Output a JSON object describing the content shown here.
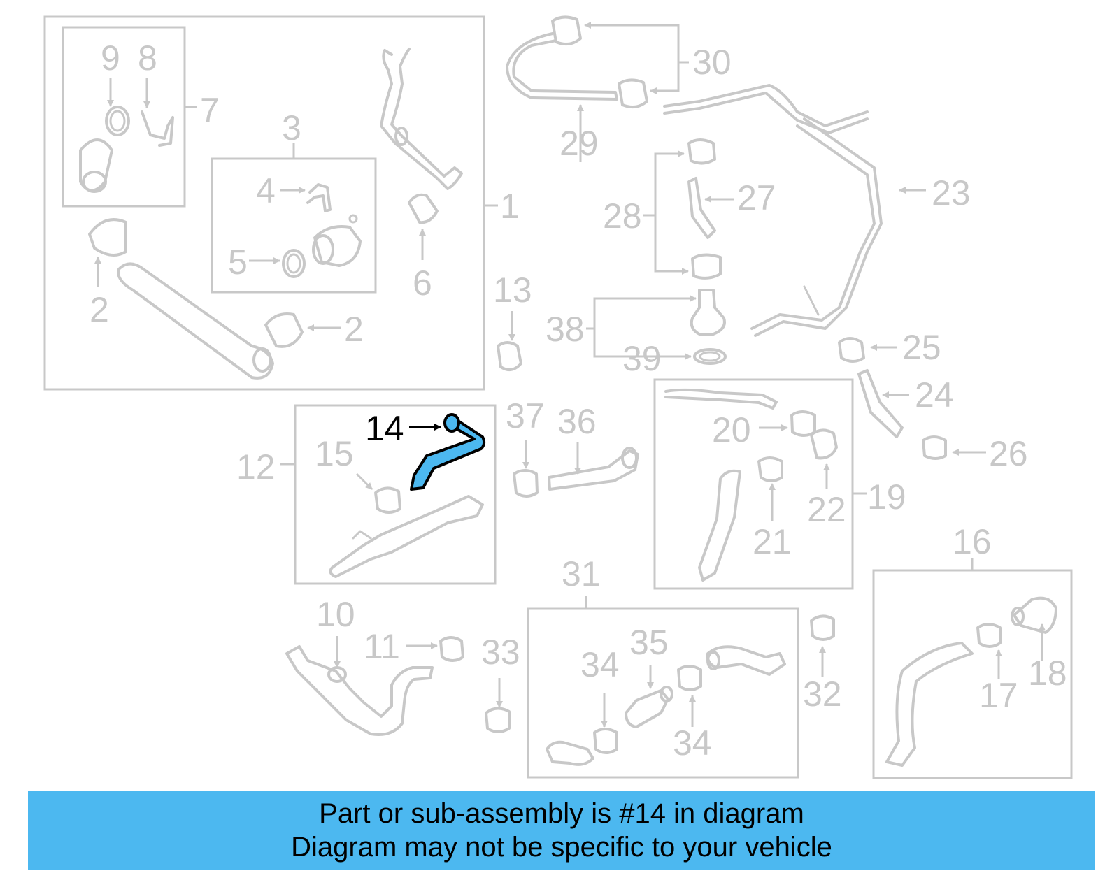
{
  "diagram": {
    "highlight_part": "14",
    "highlight_color": "#4cb8f0",
    "line_color": "#c8c8c8",
    "labels": {
      "p1": "1",
      "p2a": "2",
      "p2b": "2",
      "p3": "3",
      "p4": "4",
      "p5": "5",
      "p6": "6",
      "p7": "7",
      "p8": "8",
      "p9": "9",
      "p10": "10",
      "p11": "11",
      "p12": "12",
      "p13": "13",
      "p14": "14",
      "p15": "15",
      "p16": "16",
      "p17": "17",
      "p18": "18",
      "p19": "19",
      "p20": "20",
      "p21": "21",
      "p22": "22",
      "p23": "23",
      "p24": "24",
      "p25": "25",
      "p26": "26",
      "p27": "27",
      "p28": "28",
      "p29": "29",
      "p30": "30",
      "p31": "31",
      "p32": "32",
      "p33": "33",
      "p34a": "34",
      "p34b": "34",
      "p35": "35",
      "p36": "36",
      "p37": "37",
      "p38": "38",
      "p39": "39"
    }
  },
  "banner": {
    "line1": "Part or sub-assembly is #14 in diagram",
    "line2": "Diagram may not be specific to your vehicle",
    "color": "#4cb8f0"
  }
}
